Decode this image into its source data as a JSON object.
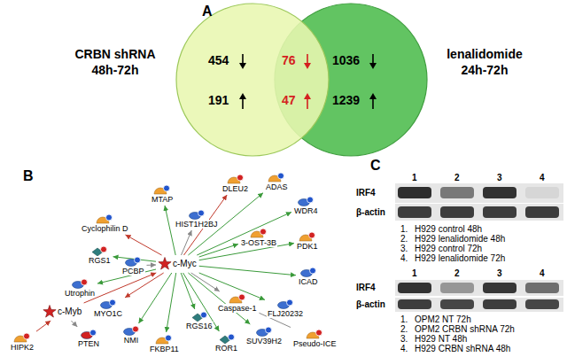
{
  "diagram": {
    "nodes": [
      {
        "text": [
          "CRBN shRNA 48h-72h",
          "454",
          "191"
        ]
      },
      {
        "text": [
          "lenalidomide 24h-72h",
          "1036",
          "1239"
        ]
      },
      {
        "text": [
          "DLEU2"
        ]
      },
      {
        "text": [
          "ADAS"
        ]
      },
      {
        "text": [
          "MTAP"
        ]
      },
      {
        "text": [
          "HIST1H2BJ"
        ]
      },
      {
        "text": [
          "WDR4"
        ]
      },
      {
        "text": [
          "Cyclophilin D"
        ]
      },
      {
        "text": [
          "3-OST-3B"
        ]
      },
      {
        "text": [
          "PDK1"
        ]
      },
      {
        "text": [
          "RGS1"
        ]
      },
      {
        "text": [
          "PCBP"
        ]
      },
      {
        "text": [
          "c-Myc"
        ]
      },
      {
        "text": [
          "Utrophin"
        ]
      },
      {
        "text": [
          "ICAD"
        ]
      },
      {
        "text": [
          "Caspase-1"
        ]
      },
      {
        "text": [
          "FLJ20232"
        ]
      },
      {
        "text": [
          "MYO1C"
        ]
      },
      {
        "text": [
          "c-Myb"
        ]
      },
      {
        "text": [
          "Pseudo-ICE"
        ]
      },
      {
        "text": [
          "HIPK2"
        ]
      },
      {
        "text": [
          "PTEN"
        ]
      },
      {
        "text": [
          "NMI"
        ]
      },
      {
        "text": [
          "RGS16"
        ]
      },
      {
        "text": [
          "SUV39H2"
        ]
      },
      {
        "text": [
          "FKBP11"
        ]
      },
      {
        "text": [
          "ROR1"
        ]
      }
    ],
    "edges": [
      {
        "from": 12,
        "to": 2,
        "arrow": "to"
      },
      {
        "from": 12,
        "to": 3,
        "arrow": "to"
      },
      {
        "from": 12,
        "to": 4,
        "arrow": "to"
      },
      {
        "from": 12,
        "to": 5,
        "arrow": "to"
      },
      {
        "from": 12,
        "to": 6,
        "arrow": "to"
      },
      {
        "from": 12,
        "to": 7,
        "arrow": "to"
      },
      {
        "from": 12,
        "to": 8,
        "arrow": "to"
      },
      {
        "from": 12,
        "to": 9,
        "arrow": "to"
      },
      {
        "from": 12,
        "to": 10,
        "arrow": "to"
      },
      {
        "from": 11,
        "to": 12,
        "arrow": "to"
      },
      {
        "from": 12,
        "to": 13,
        "arrow": "to"
      },
      {
        "from": 12,
        "to": 14,
        "arrow": "to"
      },
      {
        "from": 12,
        "to": 15,
        "arrow": "to"
      },
      {
        "from": 12,
        "to": 16,
        "arrow": "to"
      },
      {
        "from": 12,
        "to": 17,
        "arrow": "to"
      },
      {
        "from": 12,
        "to": 22,
        "arrow": "to"
      },
      {
        "from": 12,
        "to": 23,
        "arrow": "to"
      },
      {
        "from": 12,
        "to": 24,
        "arrow": "to"
      },
      {
        "from": 12,
        "to": 25,
        "arrow": "to"
      },
      {
        "from": 12,
        "to": 26,
        "arrow": "to"
      },
      {
        "from": 18,
        "to": 12,
        "arrow": "to"
      },
      {
        "from": 20,
        "to": 18,
        "arrow": "to"
      },
      {
        "from": 18,
        "to": 21,
        "arrow": "to"
      },
      {
        "from": 19,
        "to": 15,
        "arrow": "none"
      }
    ],
    "labels": [
      "A",
      "B",
      "C",
      "76",
      "47",
      "1",
      "2",
      "3",
      "4",
      "IRF4",
      "β-actin",
      "1.",
      "H929 control 48h",
      "2.",
      "H929 lenalidomide 48h",
      "3.",
      "H929 control 72h",
      "4.",
      "H929 lenalidomide 72h",
      "1",
      "2",
      "3",
      "4",
      "IRF4",
      "β-actin",
      "1.",
      "OPM2 NT 72h",
      "2.",
      "OPM2 CRBN shRNA 72h",
      "3.",
      "H929 NT 48h",
      "4.",
      "H929 CRBN shRNA 48h"
    ]
  }
}
